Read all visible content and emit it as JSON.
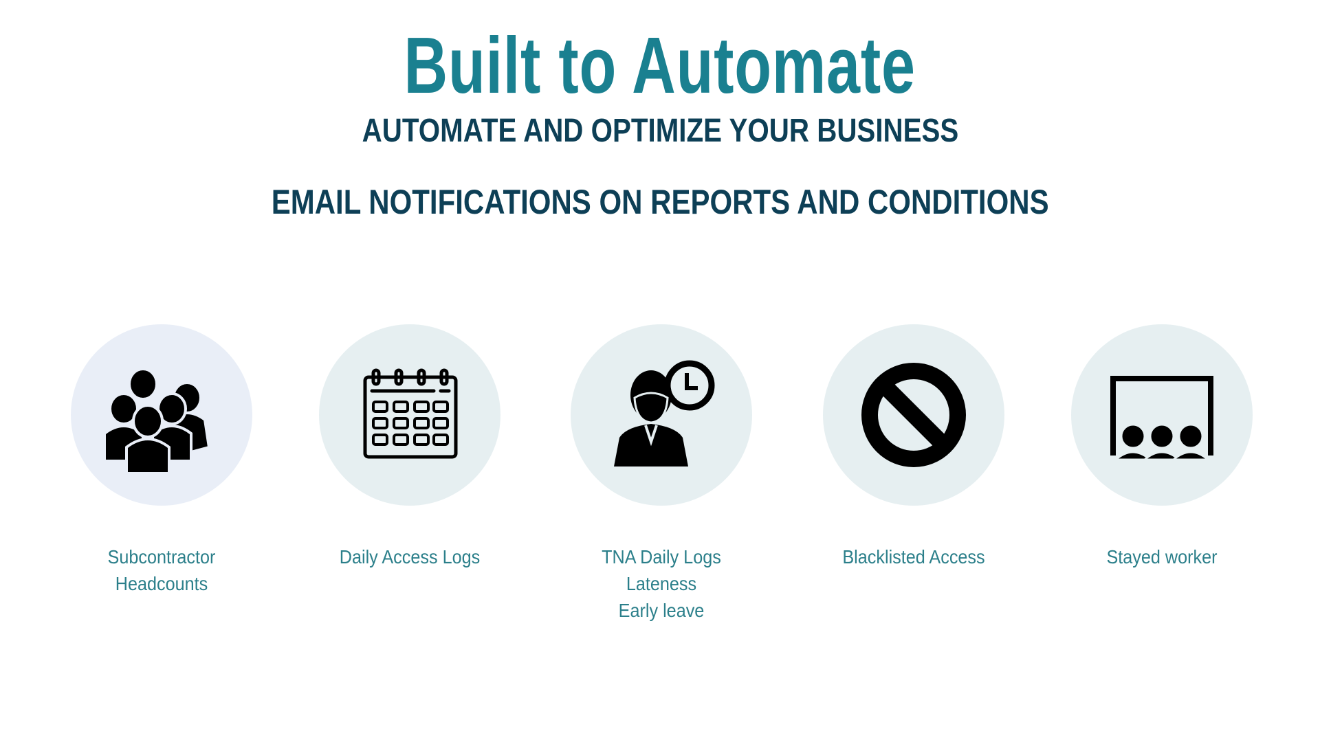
{
  "header": {
    "title": "Built to Automate",
    "subtitle": "AUTOMATE AND OPTIMIZE YOUR BUSINESS",
    "tagline": "EMAIL NOTIFICATIONS ON REPORTS AND CONDITIONS"
  },
  "features": [
    {
      "icon": "group-icon",
      "lines": [
        "Subcontractor",
        "Headcounts"
      ]
    },
    {
      "icon": "calendar-icon",
      "lines": [
        "Daily Access Logs"
      ]
    },
    {
      "icon": "employee-clock-icon",
      "lines": [
        "TNA Daily Logs",
        "Lateness",
        "Early leave"
      ]
    },
    {
      "icon": "prohibited-icon",
      "lines": [
        "Blacklisted Access"
      ]
    },
    {
      "icon": "audience-screen-icon",
      "lines": [
        "Stayed worker"
      ]
    }
  ],
  "colors": {
    "title": "#1a8090",
    "subtitle": "#0d3f56",
    "label": "#2b7f8a",
    "circle": "#e6eff1"
  }
}
